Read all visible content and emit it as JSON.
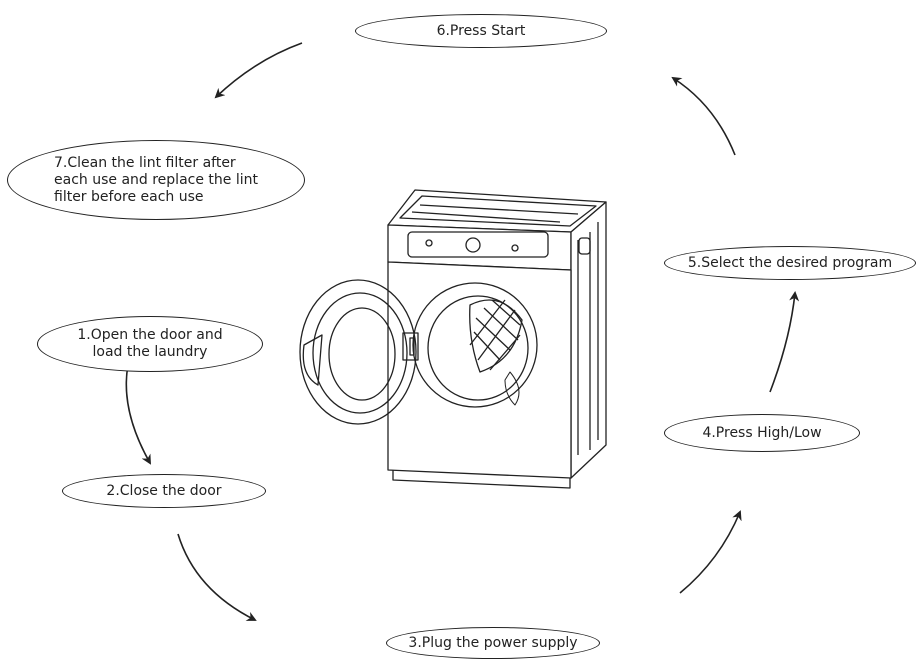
{
  "steps": [
    {
      "id": "step-1",
      "label": "1.Open the door and\nload the laundry"
    },
    {
      "id": "step-2",
      "label": "2.Close the door"
    },
    {
      "id": "step-3",
      "label": "3.Plug the power supply"
    },
    {
      "id": "step-4",
      "label": "4.Press High/Low"
    },
    {
      "id": "step-5",
      "label": "5.Select the desired program"
    },
    {
      "id": "step-6",
      "label": "6.Press Start"
    },
    {
      "id": "step-7",
      "label": "7.Clean the lint filter after\neach use and replace the lint\nfilter before each use"
    }
  ],
  "colors": {
    "stroke": "#222222",
    "background": "#ffffff"
  }
}
